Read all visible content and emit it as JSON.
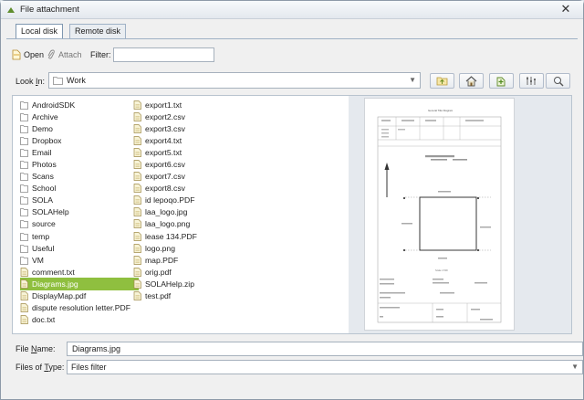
{
  "window": {
    "title": "File attachment",
    "close_glyph": "✕"
  },
  "tabs": [
    {
      "label": "Local disk"
    },
    {
      "label": "Remote disk"
    }
  ],
  "toolbar": {
    "open_label": "Open",
    "attach_label": "Attach",
    "filter_label": "Filter:",
    "filter_value": ""
  },
  "lookin": {
    "label_pre": "Look ",
    "label_u": "I",
    "label_post": "n:",
    "value": "Work"
  },
  "nav_buttons": [
    {
      "icon": "folder-up-icon"
    },
    {
      "icon": "home-icon"
    },
    {
      "icon": "new-folder-icon"
    },
    {
      "icon": "details-view-icon"
    },
    {
      "icon": "search-icon"
    }
  ],
  "files": {
    "column1": [
      {
        "name": "AndroidSDK",
        "type": "folder"
      },
      {
        "name": "Archive",
        "type": "folder"
      },
      {
        "name": "Demo",
        "type": "folder"
      },
      {
        "name": "Dropbox",
        "type": "folder"
      },
      {
        "name": "Email",
        "type": "folder"
      },
      {
        "name": "Photos",
        "type": "folder"
      },
      {
        "name": "Scans",
        "type": "folder"
      },
      {
        "name": "School",
        "type": "folder"
      },
      {
        "name": "SOLA",
        "type": "folder"
      },
      {
        "name": "SOLAHelp",
        "type": "folder"
      },
      {
        "name": "source",
        "type": "folder"
      },
      {
        "name": "temp",
        "type": "folder"
      },
      {
        "name": "Useful",
        "type": "folder"
      },
      {
        "name": "VM",
        "type": "folder"
      },
      {
        "name": "comment.txt",
        "type": "file"
      },
      {
        "name": "Diagrams.jpg",
        "type": "file",
        "selected": true
      },
      {
        "name": "DisplayMap.pdf",
        "type": "file"
      },
      {
        "name": "dispute resolution letter.PDF",
        "type": "file"
      },
      {
        "name": "doc.txt",
        "type": "file"
      }
    ],
    "column2": [
      {
        "name": "export1.txt",
        "type": "file"
      },
      {
        "name": "export2.csv",
        "type": "file"
      },
      {
        "name": "export3.csv",
        "type": "file"
      },
      {
        "name": "export4.txt",
        "type": "file"
      },
      {
        "name": "export5.txt",
        "type": "file"
      },
      {
        "name": "export6.csv",
        "type": "file"
      },
      {
        "name": "export7.csv",
        "type": "file"
      },
      {
        "name": "export8.csv",
        "type": "file"
      },
      {
        "name": "id lepoqo.PDF",
        "type": "file"
      },
      {
        "name": "laa_logo.jpg",
        "type": "file"
      },
      {
        "name": "laa_logo.png",
        "type": "file"
      },
      {
        "name": "lease 134.PDF",
        "type": "file"
      },
      {
        "name": "logo.png",
        "type": "file"
      },
      {
        "name": "map.PDF",
        "type": "file"
      },
      {
        "name": "orig.pdf",
        "type": "file"
      },
      {
        "name": "SOLAHelp.zip",
        "type": "file"
      },
      {
        "name": "test.pdf",
        "type": "file"
      }
    ]
  },
  "preview": {
    "heading": "General Title Diagram",
    "scale": "Scale 1:500"
  },
  "filename": {
    "label_pre": "File ",
    "label_u": "N",
    "label_post": "ame:",
    "value": "Diagrams.jpg"
  },
  "filetype": {
    "label_pre": "Files of ",
    "label_u": "T",
    "label_post": "ype:",
    "value": "Files filter"
  },
  "colors": {
    "accent": "#8fbf3f",
    "folder": "#ffffff",
    "file": "#f4f0d0"
  }
}
